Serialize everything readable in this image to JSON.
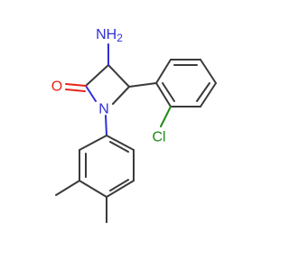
{
  "molecule": {
    "atoms": {
      "nh2": {
        "label": "NH2",
        "main": "NH",
        "sub": "2",
        "color": "#2f2fd6"
      },
      "o": {
        "label": "O",
        "color": "#e8241a"
      },
      "n": {
        "label": "N",
        "color": "#2f2fd6"
      },
      "cl": {
        "label": "Cl",
        "color": "#1e8a16"
      }
    },
    "bond_color": "#3a3a3a"
  }
}
